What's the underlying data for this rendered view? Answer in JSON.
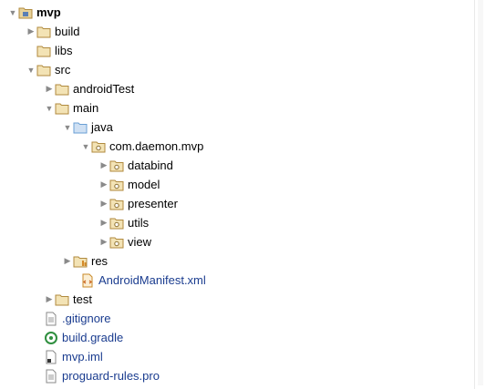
{
  "tree": {
    "root": {
      "label": "mvp",
      "icon": "module-folder-icon",
      "expanded": true
    },
    "build": {
      "label": "build",
      "icon": "folder-icon",
      "expanded": false
    },
    "libs": {
      "label": "libs",
      "icon": "folder-icon"
    },
    "src": {
      "label": "src",
      "icon": "folder-icon",
      "expanded": true
    },
    "androidTest": {
      "label": "androidTest",
      "icon": "folder-icon",
      "expanded": false
    },
    "main": {
      "label": "main",
      "icon": "folder-icon",
      "expanded": true
    },
    "java": {
      "label": "java",
      "icon": "source-folder-icon",
      "expanded": true
    },
    "package": {
      "label": "com.daemon.mvp",
      "icon": "package-icon",
      "expanded": true
    },
    "databind": {
      "label": "databind",
      "icon": "package-icon",
      "expanded": false
    },
    "model": {
      "label": "model",
      "icon": "package-icon",
      "expanded": false
    },
    "presenter": {
      "label": "presenter",
      "icon": "package-icon",
      "expanded": false
    },
    "utils": {
      "label": "utils",
      "icon": "package-icon",
      "expanded": false
    },
    "view": {
      "label": "view",
      "icon": "package-icon",
      "expanded": false
    },
    "res": {
      "label": "res",
      "icon": "resource-folder-icon",
      "expanded": false
    },
    "manifest": {
      "label": "AndroidManifest.xml",
      "icon": "xml-file-icon"
    },
    "test": {
      "label": "test",
      "icon": "folder-icon",
      "expanded": false
    },
    "gitignore": {
      "label": ".gitignore",
      "icon": "text-file-icon"
    },
    "buildGradle": {
      "label": "build.gradle",
      "icon": "gradle-icon"
    },
    "iml": {
      "label": "mvp.iml",
      "icon": "iml-file-icon"
    },
    "proguard": {
      "label": "proguard-rules.pro",
      "icon": "text-file-icon"
    }
  },
  "colors": {
    "folder": "#c9a45a",
    "source_folder": "#6a9fd4",
    "link_text": "#1a3c8f",
    "arrow": "#8a8a8a"
  }
}
